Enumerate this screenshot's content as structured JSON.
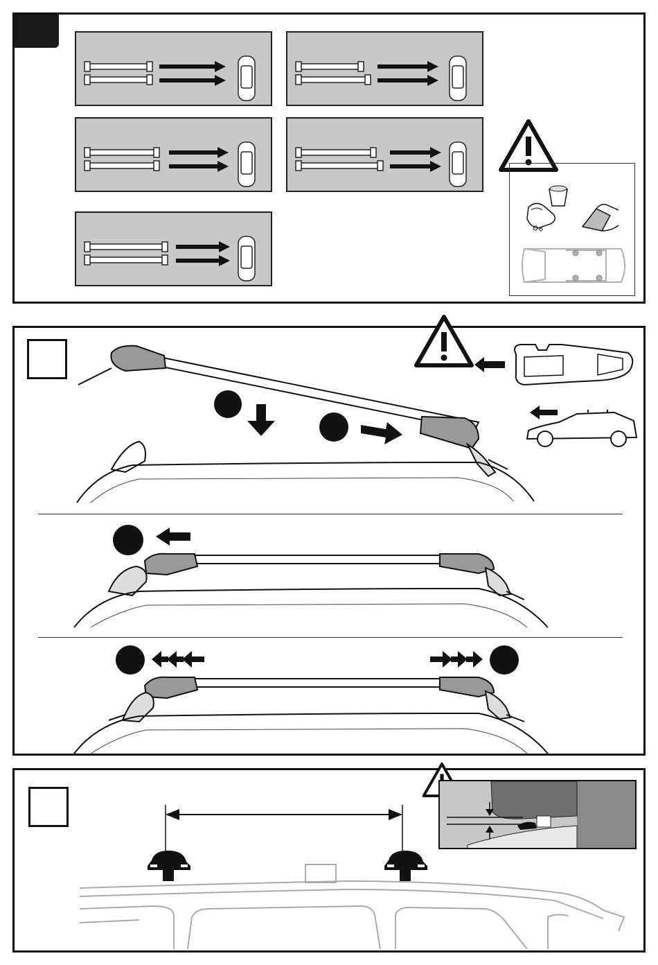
{
  "document": {
    "panel1": {
      "bar_variants": 5,
      "warning_icon": "warning-triangle-icon",
      "prep_icons": [
        "bucket-icon",
        "washing-hands-icon",
        "wiping-cloth-icon",
        "car-roof-top-view-icon"
      ]
    },
    "panel2": {
      "warning_icon": "warning-triangle-icon",
      "steps": [
        "lower-bar",
        "slide-forward",
        "push-back",
        "tighten-both-sides"
      ]
    },
    "panel3": {
      "warning_icon": "warning-triangle-icon",
      "detail": "foot-clearance-detail"
    },
    "colors": {
      "panel_grey": "#c8c8c8",
      "ink": "#111111",
      "light_line": "#b0b0b0"
    }
  }
}
